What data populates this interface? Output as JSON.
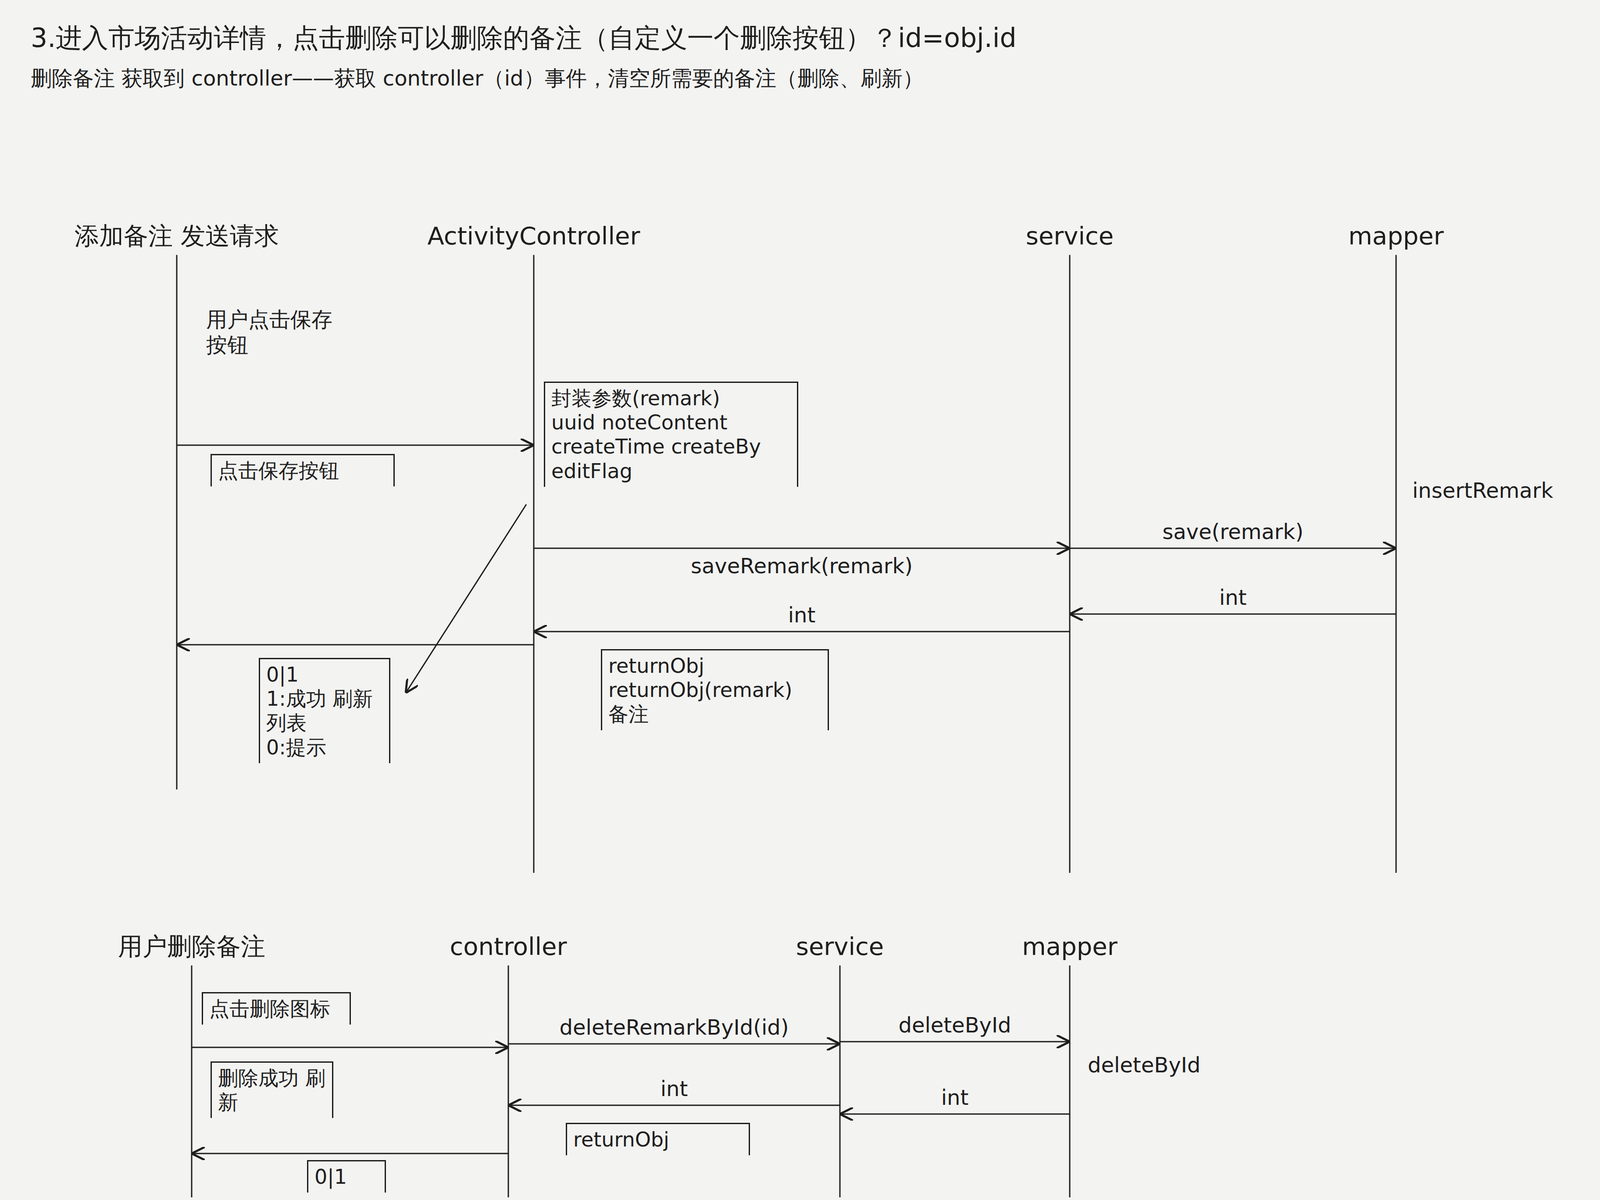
{
  "diagram": {
    "title": "3.进入市场活动详情，点击删除可以删除的备注（自定义一个删除按钮）？id=obj.id",
    "nodes": [
      {
        "text": [
          "添加备注 发送请求"
        ]
      },
      {
        "text": [
          "ActivityController"
        ]
      },
      {
        "text": [
          "service"
        ]
      },
      {
        "text": [
          "mapper"
        ]
      },
      {
        "text": [
          "点击保存按钮"
        ]
      },
      {
        "text": [
          "封装参数(remark)",
          "uuid noteContent createTime createBy editFlag"
        ]
      },
      {
        "text": [
          "returnObj",
          "returnObj(remark)",
          "备注"
        ]
      },
      {
        "text": [
          "0|1",
          "1:成功 刷新列表",
          "0:提示"
        ]
      },
      {
        "text": [
          "用户删除备注"
        ]
      },
      {
        "text": [
          "controller"
        ]
      },
      {
        "text": [
          "service"
        ]
      },
      {
        "text": [
          "mapper"
        ]
      },
      {
        "text": [
          "点击删除图标"
        ]
      },
      {
        "text": [
          "returnObj"
        ]
      },
      {
        "text": [
          "删除成功 刷新"
        ]
      },
      {
        "text": [
          "0|1"
        ]
      }
    ],
    "edges": [
      {
        "from": 0,
        "to": 1,
        "arrow": "to"
      },
      {
        "from": 1,
        "to": 2,
        "label": "saveRemark(remark)",
        "arrow": "to"
      },
      {
        "from": 2,
        "to": 3,
        "label": "save(remark)",
        "arrow": "to"
      },
      {
        "from": 3,
        "to": 2,
        "label": "int",
        "arrow": "to"
      },
      {
        "from": 2,
        "to": 1,
        "label": "int",
        "arrow": "to"
      },
      {
        "from": 1,
        "to": 0,
        "arrow": "to"
      },
      {
        "from": 8,
        "to": 9,
        "arrow": "to"
      },
      {
        "from": 9,
        "to": 10,
        "label": "deleteRemarkById(id)",
        "arrow": "to"
      },
      {
        "from": 10,
        "to": 11,
        "label": "deleteById",
        "arrow": "to"
      },
      {
        "from": 11,
        "to": 10,
        "label": "int",
        "arrow": "to"
      },
      {
        "from": 10,
        "to": 9,
        "label": "int",
        "arrow": "to"
      },
      {
        "from": 9,
        "to": 8,
        "arrow": "to"
      }
    ],
    "labels": [
      "删除备注 获取到 controller——获取 controller（id）事件，清空所需要的备注（删除、刷新）",
      "用户点击保存按钮",
      "insertRemark",
      "deleteById"
    ]
  }
}
